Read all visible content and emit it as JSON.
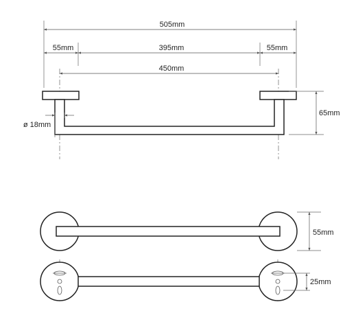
{
  "dimensions": {
    "overall_length": "505mm",
    "left_flange_offset": "55mm",
    "bar_span": "395mm",
    "right_flange_offset": "55mm",
    "post_centers": "450mm",
    "tube_diameter": "ø 18mm",
    "projection": "65mm",
    "rosette_diameter": "55mm",
    "mount_spacing": "25mm"
  },
  "colors": {
    "line": "#222222",
    "dimension": "#555555",
    "background": "#ffffff"
  }
}
